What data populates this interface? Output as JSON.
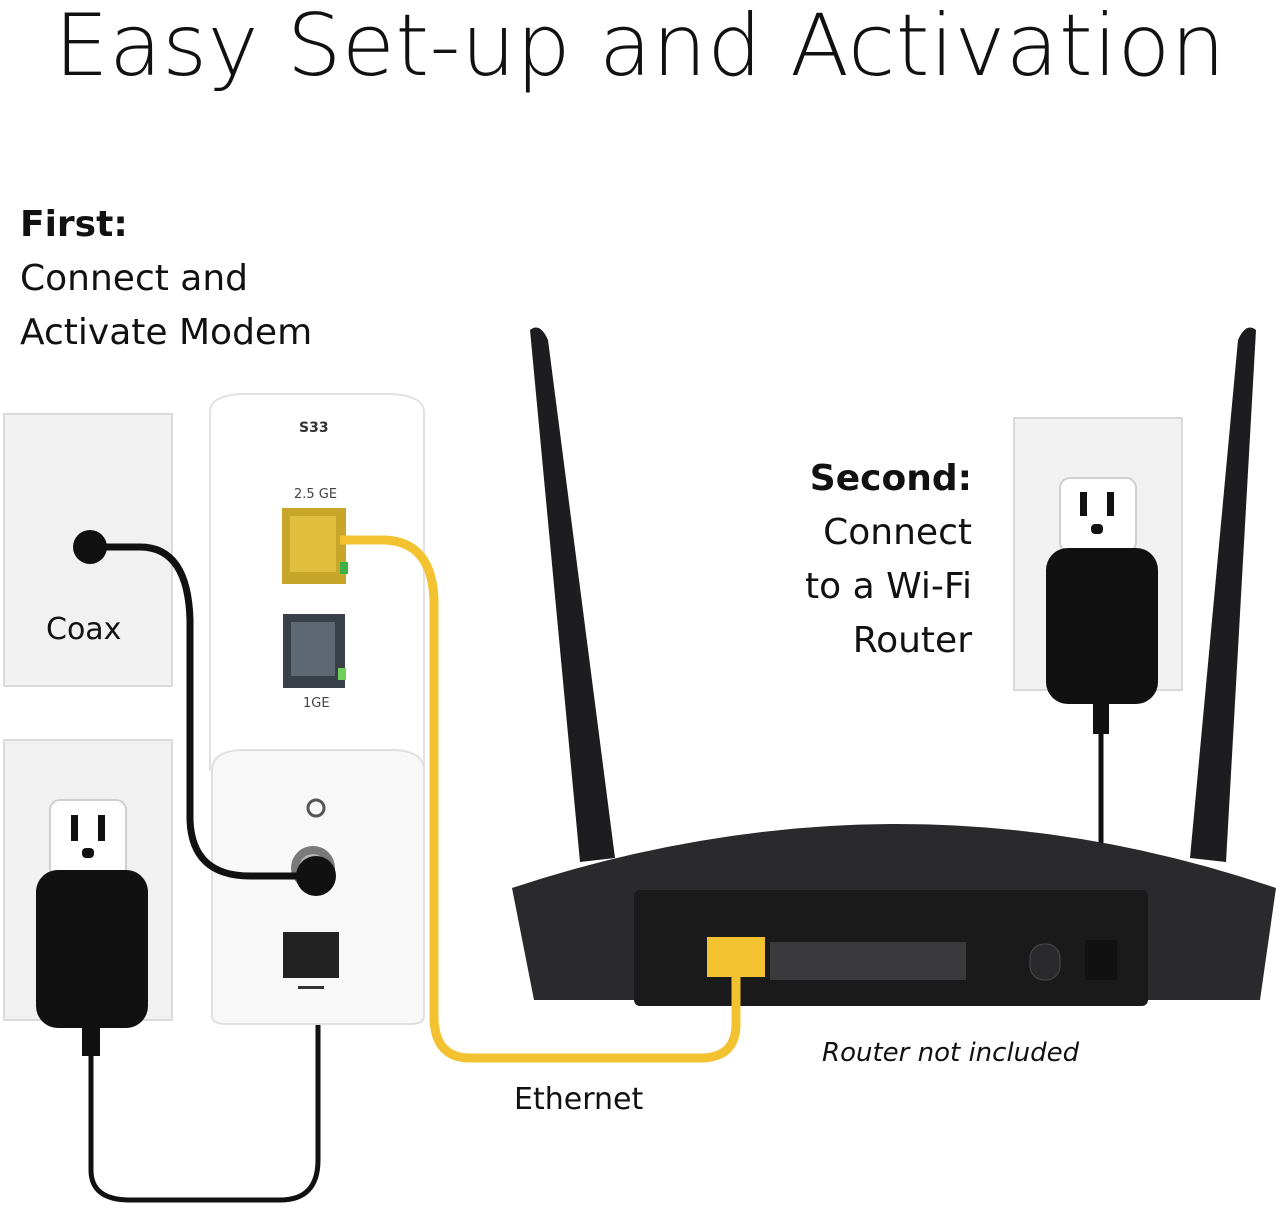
{
  "title": "Easy Set-up and Activation",
  "step1": {
    "lead": "First:",
    "line1": "Connect and",
    "line2": "Activate Modem"
  },
  "step2": {
    "lead": "Second:",
    "line1": "Connect",
    "line2": "to a Wi-Fi",
    "line3": "Router"
  },
  "labels": {
    "coax": "Coax",
    "ethernet": "Ethernet",
    "router_note": "Router not included"
  },
  "modem": {
    "model": "S33",
    "port_top": "2.5 GE",
    "port_bottom": "1GE"
  },
  "colors": {
    "ethernet_cable": "#f2c230",
    "router_body": "#1d1d1f",
    "plate": "#f1f1f1"
  }
}
